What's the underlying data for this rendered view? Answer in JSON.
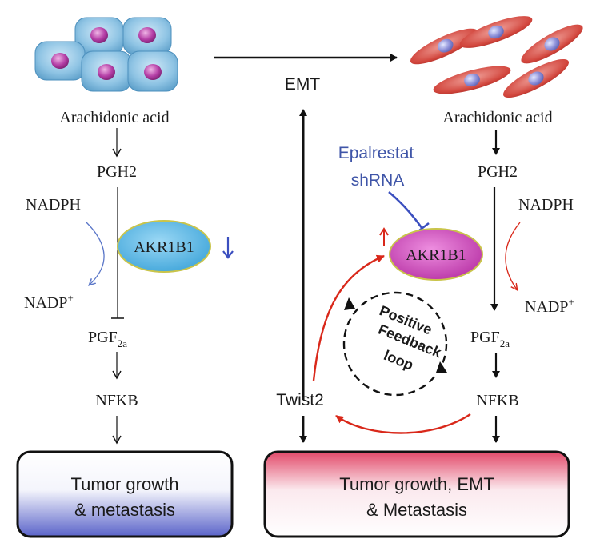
{
  "top": {
    "transition_label": "EMT"
  },
  "left": {
    "substrate": "Arachidonic acid",
    "intermediate": "PGH2",
    "cofactor_in": "NADPH",
    "cofactor_out": "NADP",
    "cofactor_out_sup": "+",
    "enzyme": "AKR1B1",
    "product": "PGF",
    "product_sub": "2a",
    "factor": "NFKB",
    "outcome_line1": "Tumor growth",
    "outcome_line2": "& metastasis"
  },
  "right": {
    "substrate": "Arachidonic acid",
    "inhibitor_line1": "Epalrestat",
    "inhibitor_line2": "shRNA",
    "intermediate": "PGH2",
    "cofactor_in": "NADPH",
    "cofactor_out": "NADP",
    "cofactor_out_sup": "+",
    "enzyme": "AKR1B1",
    "loop_line1": "Positive",
    "loop_line2": "Feedback",
    "loop_line3": "loop",
    "product": "PGF",
    "product_sub": "2a",
    "factor": "NFKB",
    "regulator": "Twist2",
    "outcome_line1": "Tumor growth, EMT",
    "outcome_line2": "& Metastasis"
  },
  "colors": {
    "down_arrow": "#3b4fbf",
    "up_arrow": "#d9281a",
    "inhibitor_text": "#3f55a8",
    "left_enzyme": "#5bb8e6",
    "right_enzyme": "#cc3fb8",
    "feedback_arrow": "#d9281a",
    "left_box_gradient_end": "#5a63c9",
    "right_box_gradient_end": "#e24a6a"
  }
}
